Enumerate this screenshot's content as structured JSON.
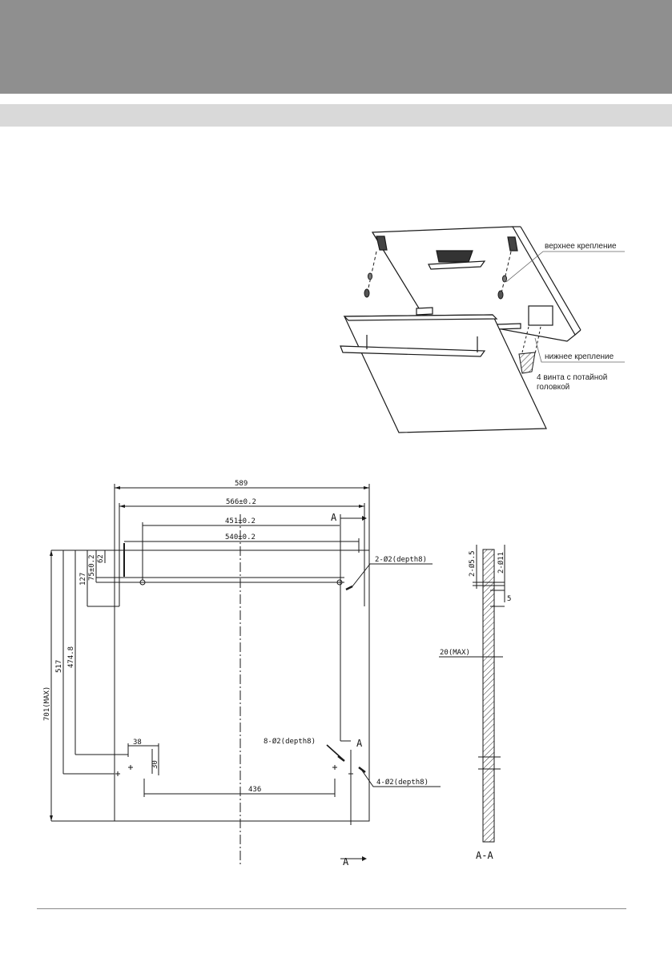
{
  "colors": {
    "header_band": "#8f8f8f",
    "subheader_band": "#d9d9d9",
    "line": "#1a1a1a"
  },
  "install_diagram": {
    "labels": {
      "top_mount": "верхнее крепление",
      "bottom_mount": "нижнее крепление",
      "screws_line1": "4 винта с потайной",
      "screws_line2": "головкой"
    }
  },
  "drawing": {
    "dims": {
      "d589": "589",
      "d566": "566±0.2",
      "d451": "451±0.2",
      "d540": "540±0.2",
      "d62": "62",
      "d75": "75±0.2",
      "d127": "127",
      "d517": "517",
      "d4748": "474.8",
      "d701": "701(MAX)",
      "d38": "38",
      "d30": "30",
      "d436": "436"
    },
    "callouts": {
      "holes_top": "2-Ø2(depth8)",
      "holes_mid": "8-Ø2(depth8)",
      "holes_bottom": "4-Ø2(depth8)"
    },
    "section_marks": {
      "a": "A"
    },
    "side_view": {
      "d55": "2-Ø5.5",
      "d11": "2-Ø11",
      "d5": "5",
      "d20": "20(MAX)",
      "title": "A-A"
    }
  }
}
